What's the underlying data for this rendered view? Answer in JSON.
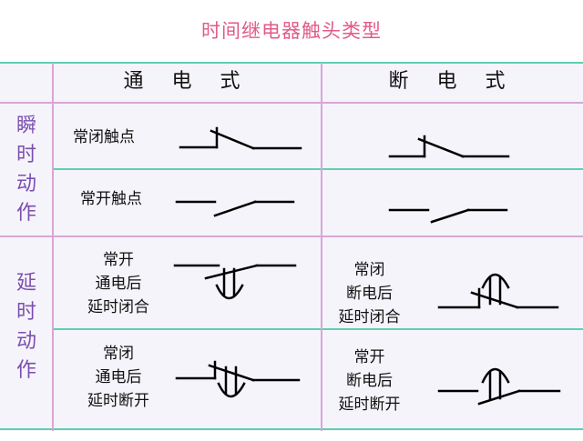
{
  "title": "时间继电器触头类型",
  "headers": {
    "powered": "通 电 式",
    "unpowered": "断 电 式"
  },
  "row_groups": {
    "instant": "瞬时动作",
    "delayed": "延时动作"
  },
  "rows": [
    {
      "label": "常闭触点"
    },
    {
      "label": "常开触点"
    },
    {
      "label_lines": [
        "常开",
        "通电后",
        "延时闭合"
      ],
      "right_lines": [
        "常闭",
        "断电后",
        "延时闭合"
      ]
    },
    {
      "label_lines": [
        "常闭",
        "通电后",
        "延时断开"
      ],
      "right_lines": [
        "常开",
        "断电后",
        "延时断开"
      ]
    }
  ],
  "colors": {
    "title": "#e05a8a",
    "grid_pink": "#d9a6d6",
    "grid_teal": "#5ecfb1",
    "side_text": "#7a4fb0"
  }
}
